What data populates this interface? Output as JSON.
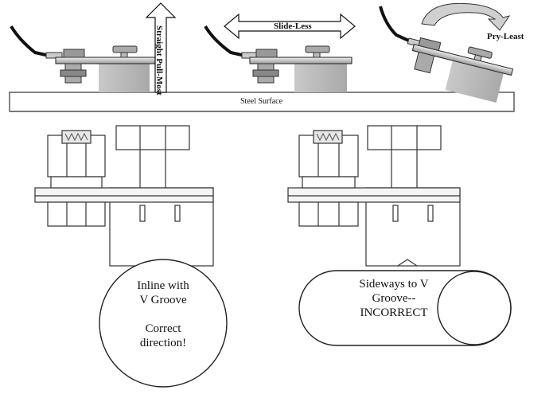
{
  "top": {
    "straight_pull": "Straight Pull-Most",
    "slide": "Slide-Less",
    "pry": "Pry-Least",
    "surface": "Steel Surface"
  },
  "bottom": {
    "inline_text": [
      "Inline with",
      "V Groove",
      "",
      "Correct",
      "direction!"
    ],
    "sideways_text": [
      "Sideways to V",
      "Groove--",
      "INCORRECT"
    ]
  },
  "colors": {
    "magnet": "#b8b8b8",
    "plate": "#d8d8d8",
    "line": "#222222",
    "wire": "#111111"
  }
}
